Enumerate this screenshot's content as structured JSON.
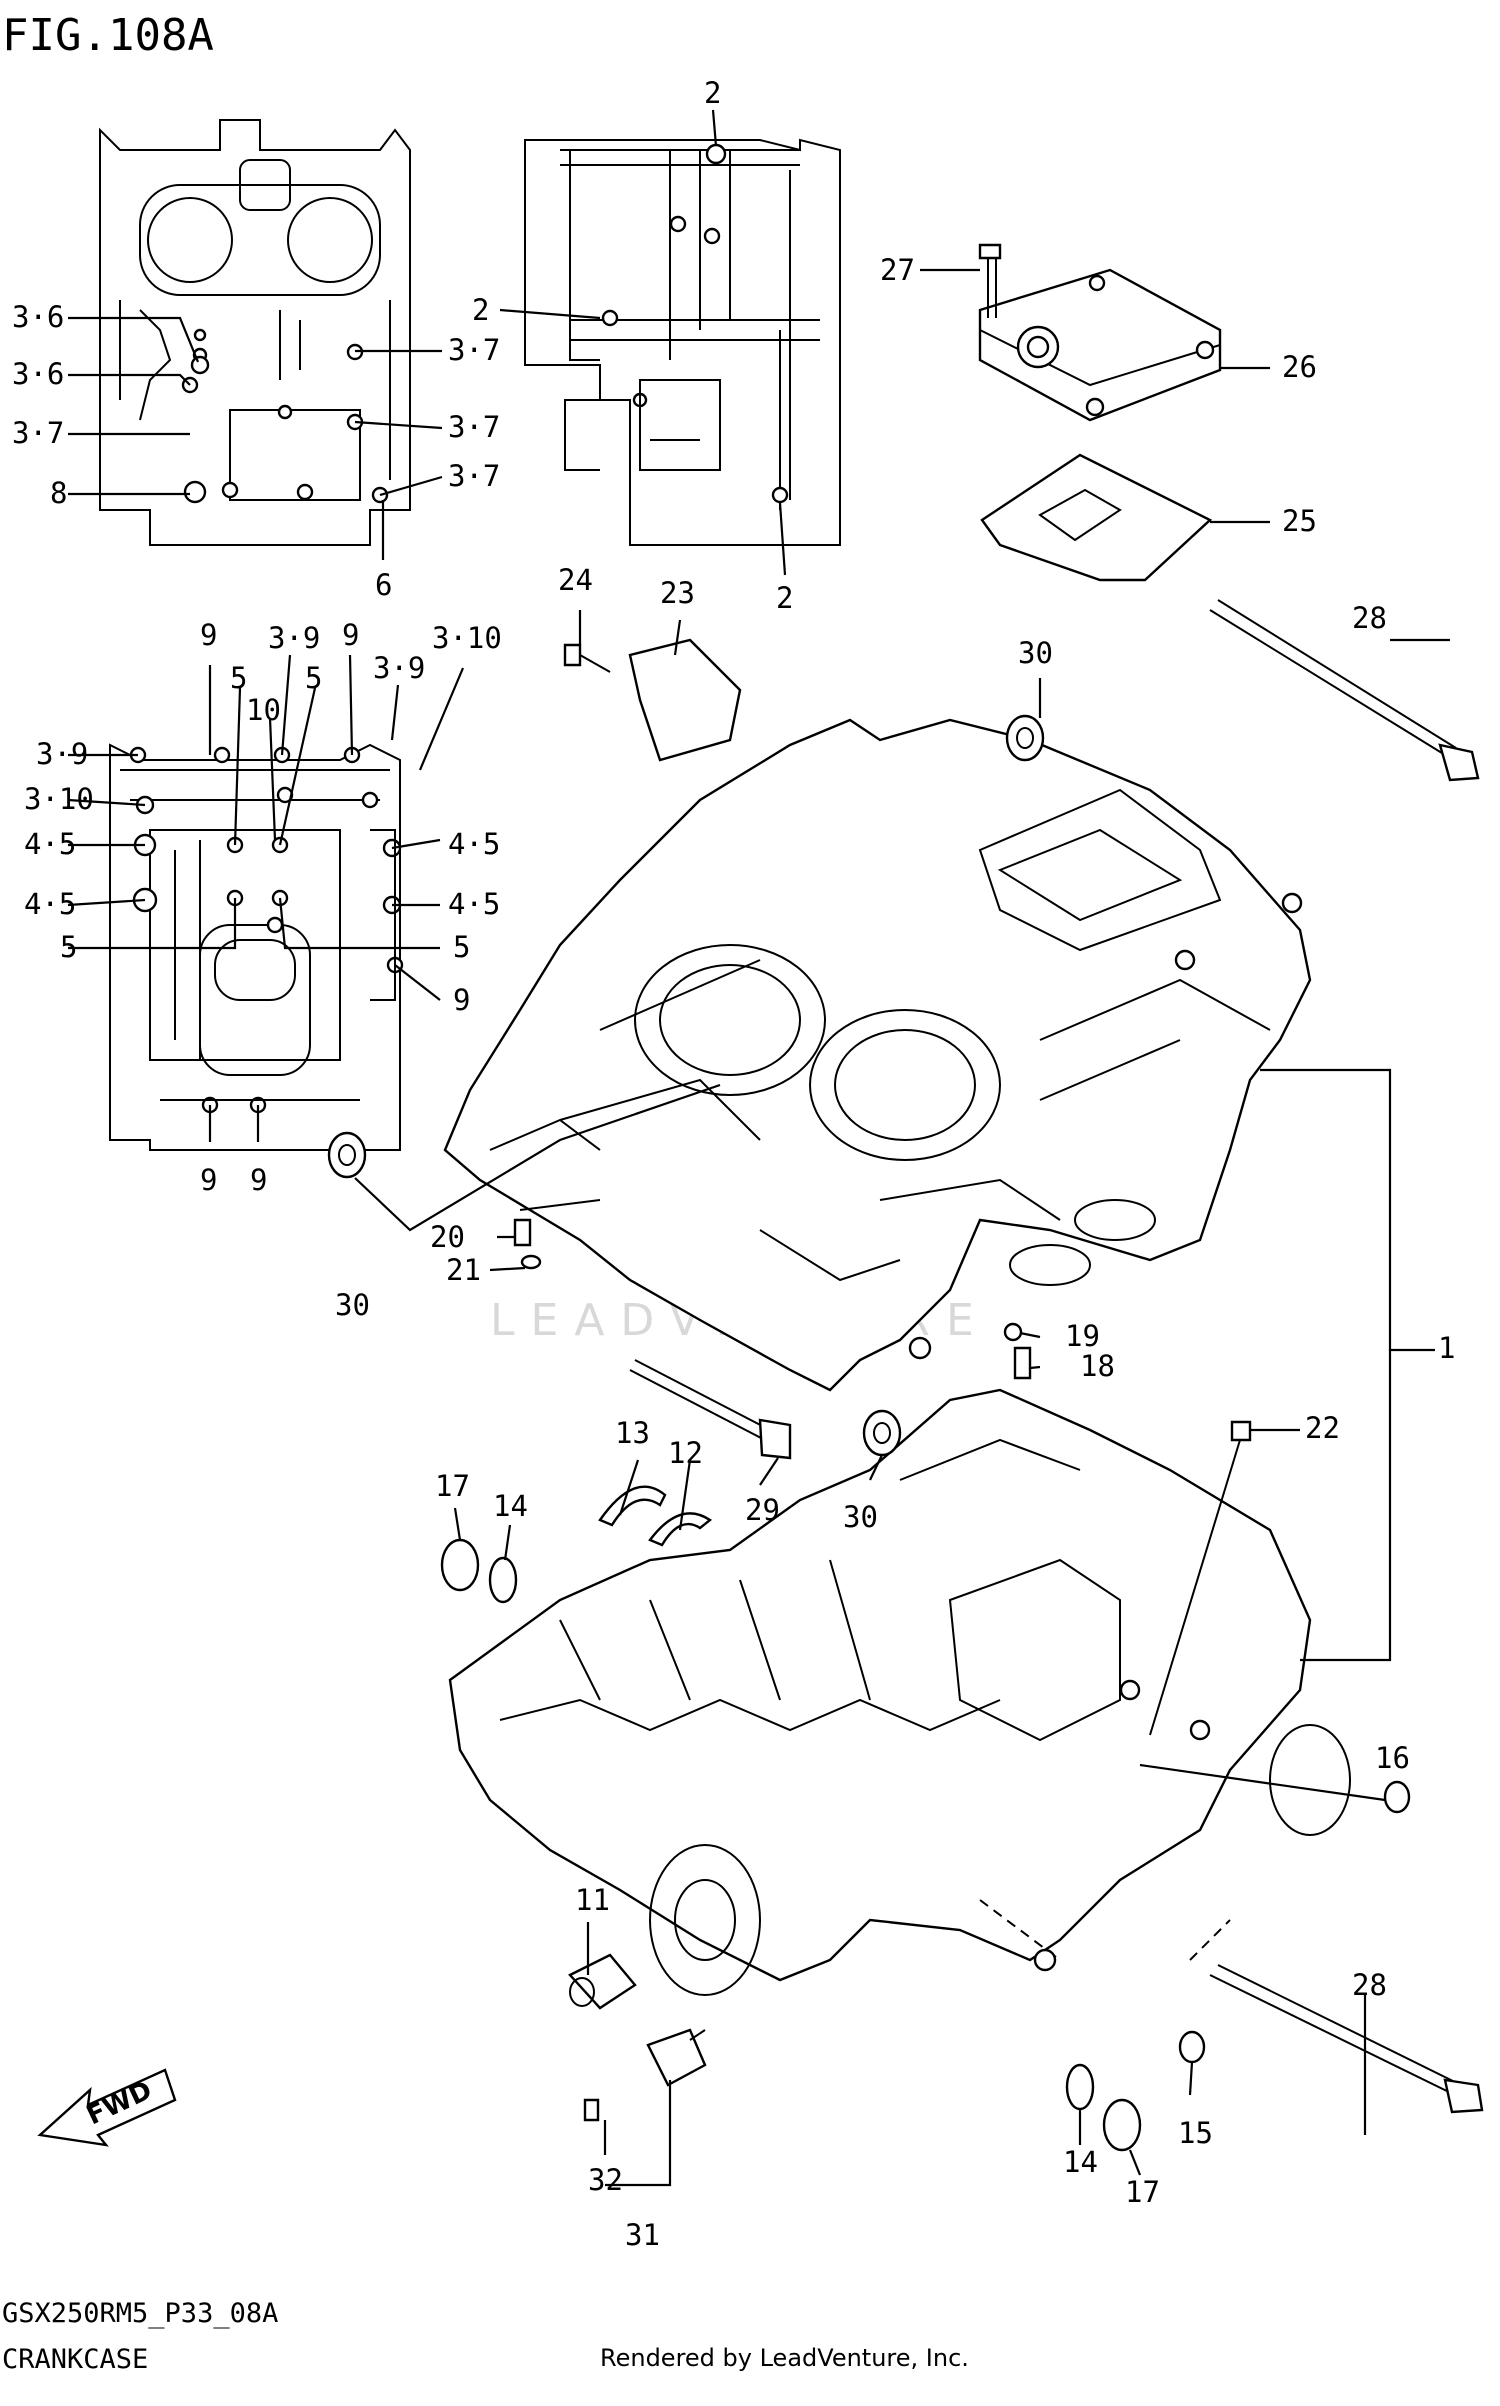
{
  "figure": {
    "title": "FIG.108A",
    "name": "CRANKCASE",
    "code": "GSX250RM5_P33_08A",
    "credit": "Rendered by LeadVenture, Inc."
  },
  "watermark": "LEADVENTURE",
  "direction_arrow": "FWD",
  "callouts": {
    "c1": "1",
    "c2": "2",
    "c3_6": "3·6",
    "c3_7": "3·7",
    "c3_9": "3·9",
    "c3_10": "3·10",
    "c4_5": "4·5",
    "c5": "5",
    "c6": "6",
    "c8": "8",
    "c9": "9",
    "c10": "10",
    "c11": "11",
    "c12": "12",
    "c13": "13",
    "c14": "14",
    "c15": "15",
    "c16": "16",
    "c17": "17",
    "c18": "18",
    "c19": "19",
    "c20": "20",
    "c21": "21",
    "c22": "22",
    "c23": "23",
    "c24": "24",
    "c25": "25",
    "c26": "26",
    "c27": "27",
    "c28": "28",
    "c29": "29",
    "c30": "30",
    "c31": "31",
    "c32": "32"
  }
}
